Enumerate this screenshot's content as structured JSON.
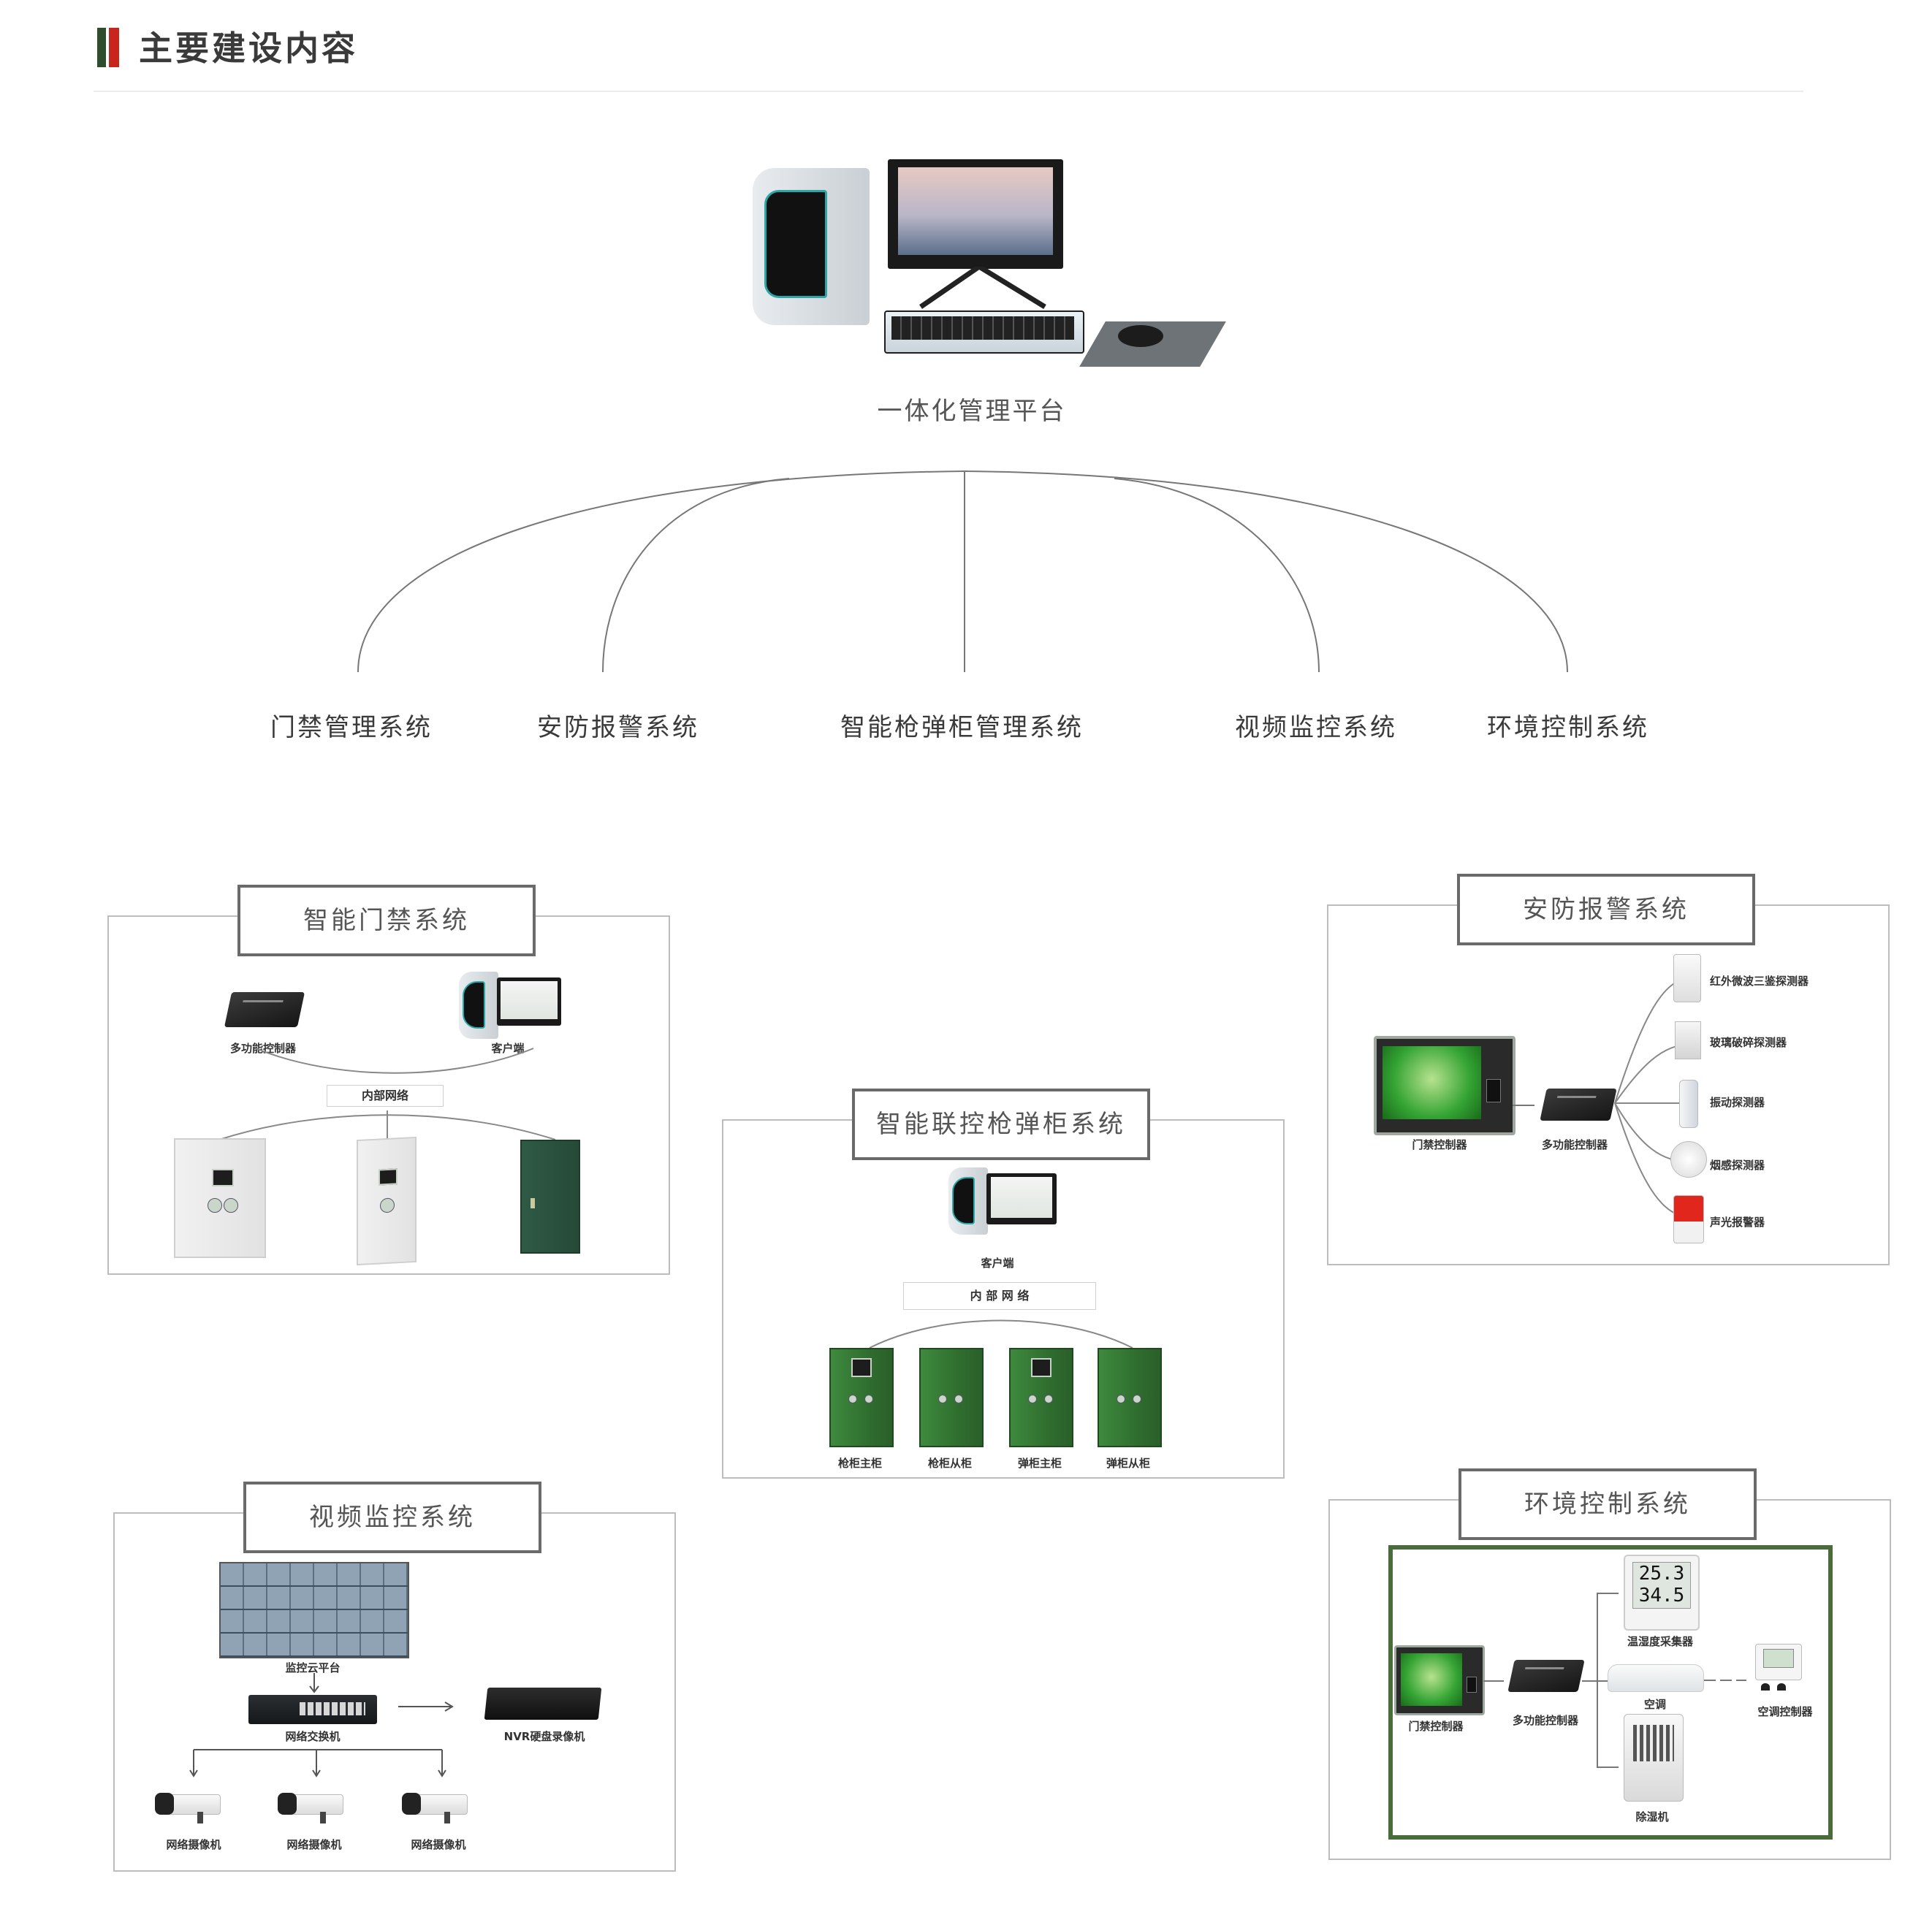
{
  "header": {
    "title": "主要建设内容"
  },
  "platform": {
    "label": "一体化管理平台"
  },
  "systems": [
    {
      "label": "门禁管理系统"
    },
    {
      "label": "安防报警系统"
    },
    {
      "label": "智能枪弹柜管理系统"
    },
    {
      "label": "视频监控系统"
    },
    {
      "label": "环境控制系统"
    }
  ],
  "access_panel": {
    "title": "智能门禁系统",
    "controller": "多功能控制器",
    "client": "客户端",
    "network": "内部网络"
  },
  "alarm_panel": {
    "title": "安防报警系统",
    "access_controller": "门禁控制器",
    "controller": "多功能控制器",
    "sensors": [
      "红外微波三鉴探测器",
      "玻璃破碎探测器",
      "振动探测器",
      "烟感探测器",
      "声光报警器"
    ]
  },
  "cabinet_panel": {
    "title": "智能联控枪弹柜系统",
    "client": "客户端",
    "network": "内 部 网 络",
    "cabinets": [
      "枪柜主柜",
      "枪柜从柜",
      "弹柜主柜",
      "弹柜从柜"
    ]
  },
  "video_panel": {
    "title": "视频监控系统",
    "platform": "监控云平台",
    "switch": "网络交换机",
    "nvr": "NVR硬盘录像机",
    "cameras": [
      "网络摄像机",
      "网络摄像机",
      "网络摄像机"
    ]
  },
  "env_panel": {
    "title": "环境控制系统",
    "access_controller": "门禁控制器",
    "controller": "多功能控制器",
    "collector": "温湿度采集器",
    "collector_readings": [
      "25.3",
      "34.5"
    ],
    "aircon": "空调",
    "dehumidifier": "除湿机",
    "aircon_controller": "空调控制器"
  },
  "colors": {
    "accent_green": "#2e4d2c",
    "accent_red": "#c8261c",
    "cabinet_green": "#2f6e2f"
  }
}
